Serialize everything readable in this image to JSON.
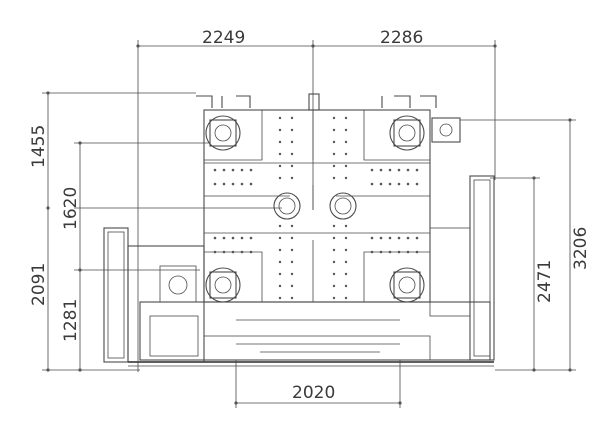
{
  "dimensions": {
    "top_left": "2249",
    "top_right": "2286",
    "bottom": "2020",
    "left_1455": "1455",
    "left_1620": "1620",
    "left_2091": "2091",
    "left_1281": "1281",
    "right_2471": "2471",
    "right_3206": "3206"
  }
}
